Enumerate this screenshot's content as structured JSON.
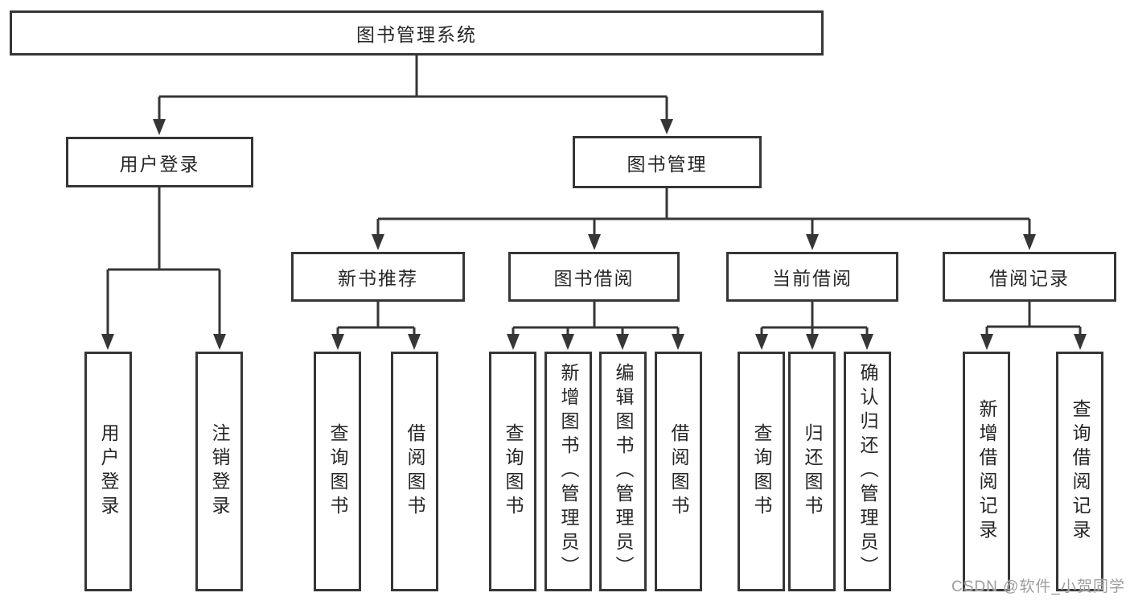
{
  "diagram": {
    "title": "图书管理系统",
    "root": {
      "label": "图书管理系统"
    },
    "level2": [
      {
        "label": "用户登录"
      },
      {
        "label": "图书管理"
      }
    ],
    "level3": [
      {
        "label": "新书推荐",
        "parent": "图书管理"
      },
      {
        "label": "图书借阅",
        "parent": "图书管理"
      },
      {
        "label": "当前借阅",
        "parent": "图书管理"
      },
      {
        "label": "借阅记录",
        "parent": "图书管理"
      }
    ],
    "level4": [
      {
        "label": "用户登录",
        "parent": "用户登录"
      },
      {
        "label": "注销登录",
        "parent": "用户登录"
      },
      {
        "label": "查询图书",
        "parent": "新书推荐"
      },
      {
        "label": "借阅图书",
        "parent": "新书推荐"
      },
      {
        "label": "查询图书",
        "parent": "图书借阅"
      },
      {
        "label": "新增图书（管理员）",
        "parent": "图书借阅"
      },
      {
        "label": "编辑图书（管理员）",
        "parent": "图书借阅"
      },
      {
        "label": "借阅图书",
        "parent": "图书借阅"
      },
      {
        "label": "查询图书",
        "parent": "当前借阅"
      },
      {
        "label": "归还图书",
        "parent": "当前借阅"
      },
      {
        "label": "确认归还（管理员）",
        "parent": "当前借阅"
      },
      {
        "label": "新增借阅记录",
        "parent": "借阅记录"
      },
      {
        "label": "查询借阅记录",
        "parent": "借阅记录"
      }
    ]
  },
  "watermark": {
    "text": "CSDN @软件_小贺同学"
  },
  "colors": {
    "line": "#363636",
    "box_border": "#363636",
    "text": "#262626",
    "background": "#ffffff",
    "watermark": "#9e9e9e"
  }
}
